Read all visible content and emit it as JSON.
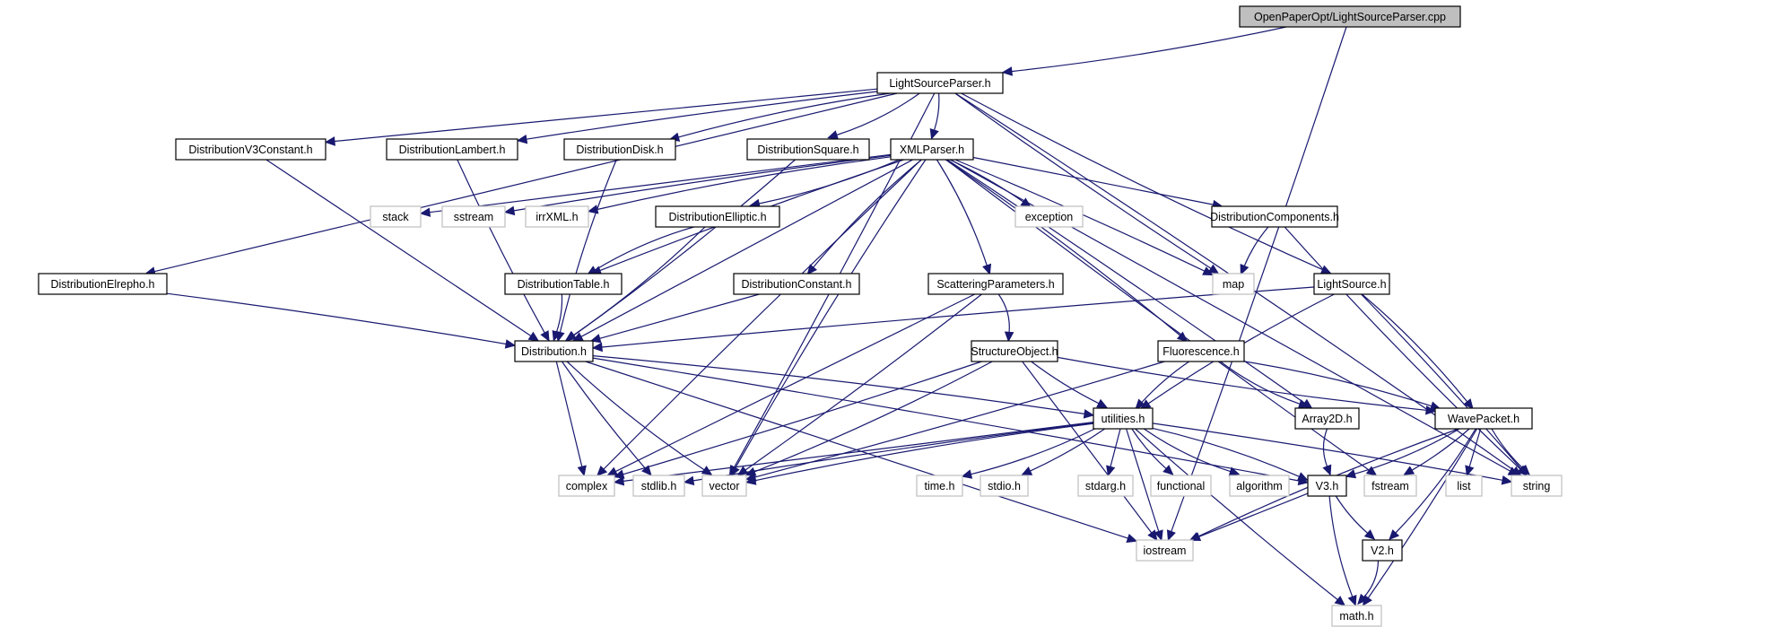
{
  "title": "OpenPaperOpt/LightSourceParser.cpp",
  "colors": {
    "edge": "#191970",
    "root_fill": "#bfbfbf",
    "root_stroke": "#000000",
    "doc_fill": "#ffffff",
    "doc_stroke": "#000000",
    "sys_fill": "#ffffff",
    "sys_stroke": "#bfbfbf"
  },
  "nodes": [
    {
      "id": "root",
      "label": "OpenPaperOpt/LightSourceParser.cpp",
      "kind": "root"
    },
    {
      "id": "lsp",
      "label": "LightSourceParser.h",
      "kind": "doc"
    },
    {
      "id": "dv3",
      "label": "DistributionV3Constant.h",
      "kind": "doc"
    },
    {
      "id": "dlam",
      "label": "DistributionLambert.h",
      "kind": "doc"
    },
    {
      "id": "ddisk",
      "label": "DistributionDisk.h",
      "kind": "doc"
    },
    {
      "id": "dsq",
      "label": "DistributionSquare.h",
      "kind": "doc"
    },
    {
      "id": "xml",
      "label": "XMLParser.h",
      "kind": "doc"
    },
    {
      "id": "stack",
      "label": "stack",
      "kind": "sys"
    },
    {
      "id": "sstream",
      "label": "sstream",
      "kind": "sys"
    },
    {
      "id": "irr",
      "label": "irrXML.h",
      "kind": "sys"
    },
    {
      "id": "dell",
      "label": "DistributionElliptic.h",
      "kind": "doc"
    },
    {
      "id": "exc",
      "label": "exception",
      "kind": "sys"
    },
    {
      "id": "dcomp",
      "label": "DistributionComponents.h",
      "kind": "doc"
    },
    {
      "id": "delr",
      "label": "DistributionElrepho.h",
      "kind": "doc"
    },
    {
      "id": "dtab",
      "label": "DistributionTable.h",
      "kind": "doc"
    },
    {
      "id": "dconst",
      "label": "DistributionConstant.h",
      "kind": "doc"
    },
    {
      "id": "scat",
      "label": "ScatteringParameters.h",
      "kind": "doc"
    },
    {
      "id": "map",
      "label": "map",
      "kind": "sys"
    },
    {
      "id": "ls",
      "label": "LightSource.h",
      "kind": "doc"
    },
    {
      "id": "dist",
      "label": "Distribution.h",
      "kind": "doc"
    },
    {
      "id": "sobj",
      "label": "StructureObject.h",
      "kind": "doc"
    },
    {
      "id": "fluo",
      "label": "Fluorescence.h",
      "kind": "doc"
    },
    {
      "id": "util",
      "label": "utilities.h",
      "kind": "doc"
    },
    {
      "id": "arr",
      "label": "Array2D.h",
      "kind": "doc"
    },
    {
      "id": "wp",
      "label": "WavePacket.h",
      "kind": "doc"
    },
    {
      "id": "complex",
      "label": "complex",
      "kind": "sys"
    },
    {
      "id": "stdlib",
      "label": "stdlib.h",
      "kind": "sys"
    },
    {
      "id": "vector",
      "label": "vector",
      "kind": "sys"
    },
    {
      "id": "time",
      "label": "time.h",
      "kind": "sys"
    },
    {
      "id": "stdio",
      "label": "stdio.h",
      "kind": "sys"
    },
    {
      "id": "stdarg",
      "label": "stdarg.h",
      "kind": "sys"
    },
    {
      "id": "func",
      "label": "functional",
      "kind": "sys"
    },
    {
      "id": "algo",
      "label": "algorithm",
      "kind": "sys"
    },
    {
      "id": "v3",
      "label": "V3.h",
      "kind": "doc"
    },
    {
      "id": "fstream",
      "label": "fstream",
      "kind": "sys"
    },
    {
      "id": "list",
      "label": "list",
      "kind": "sys"
    },
    {
      "id": "string",
      "label": "string",
      "kind": "sys"
    },
    {
      "id": "iostream",
      "label": "iostream",
      "kind": "sys"
    },
    {
      "id": "v2",
      "label": "V2.h",
      "kind": "doc"
    },
    {
      "id": "math",
      "label": "math.h",
      "kind": "sys"
    }
  ],
  "edges": [
    [
      "root",
      "lsp"
    ],
    [
      "root",
      "iostream"
    ],
    [
      "lsp",
      "dv3"
    ],
    [
      "lsp",
      "dlam"
    ],
    [
      "lsp",
      "ddisk"
    ],
    [
      "lsp",
      "dsq"
    ],
    [
      "lsp",
      "xml"
    ],
    [
      "lsp",
      "delr"
    ],
    [
      "lsp",
      "map"
    ],
    [
      "lsp",
      "ls"
    ],
    [
      "lsp",
      "string"
    ],
    [
      "lsp",
      "vector"
    ],
    [
      "dv3",
      "dist"
    ],
    [
      "dlam",
      "dist"
    ],
    [
      "ddisk",
      "dist"
    ],
    [
      "dsq",
      "dist"
    ],
    [
      "delr",
      "dist"
    ],
    [
      "xml",
      "stack"
    ],
    [
      "xml",
      "sstream"
    ],
    [
      "xml",
      "irr"
    ],
    [
      "xml",
      "dell"
    ],
    [
      "xml",
      "exc"
    ],
    [
      "xml",
      "dcomp"
    ],
    [
      "xml",
      "dtab"
    ],
    [
      "xml",
      "dconst"
    ],
    [
      "xml",
      "scat"
    ],
    [
      "xml",
      "map"
    ],
    [
      "xml",
      "dist"
    ],
    [
      "xml",
      "complex"
    ],
    [
      "xml",
      "vector"
    ],
    [
      "xml",
      "fluo"
    ],
    [
      "xml",
      "arr"
    ],
    [
      "xml",
      "string"
    ],
    [
      "xml",
      "fstream"
    ],
    [
      "dell",
      "dtab"
    ],
    [
      "dell",
      "dist"
    ],
    [
      "dtab",
      "dist"
    ],
    [
      "dconst",
      "dist"
    ],
    [
      "dcomp",
      "map"
    ],
    [
      "dcomp",
      "string"
    ],
    [
      "scat",
      "sobj"
    ],
    [
      "scat",
      "vector"
    ],
    [
      "scat",
      "complex"
    ],
    [
      "ls",
      "dist"
    ],
    [
      "ls",
      "util"
    ],
    [
      "ls",
      "wp"
    ],
    [
      "ls",
      "string"
    ],
    [
      "dist",
      "complex"
    ],
    [
      "dist",
      "stdlib"
    ],
    [
      "dist",
      "vector"
    ],
    [
      "dist",
      "util"
    ],
    [
      "dist",
      "v3"
    ],
    [
      "dist",
      "iostream"
    ],
    [
      "sobj",
      "util"
    ],
    [
      "sobj",
      "wp"
    ],
    [
      "sobj",
      "vector"
    ],
    [
      "sobj",
      "complex"
    ],
    [
      "sobj",
      "iostream"
    ],
    [
      "fluo",
      "util"
    ],
    [
      "fluo",
      "arr"
    ],
    [
      "fluo",
      "wp"
    ],
    [
      "fluo",
      "vector"
    ],
    [
      "util",
      "complex"
    ],
    [
      "util",
      "stdlib"
    ],
    [
      "util",
      "vector"
    ],
    [
      "util",
      "time"
    ],
    [
      "util",
      "stdio"
    ],
    [
      "util",
      "stdarg"
    ],
    [
      "util",
      "func"
    ],
    [
      "util",
      "algo"
    ],
    [
      "util",
      "v3"
    ],
    [
      "util",
      "string"
    ],
    [
      "util",
      "iostream"
    ],
    [
      "util",
      "math"
    ],
    [
      "arr",
      "v3"
    ],
    [
      "wp",
      "v3"
    ],
    [
      "wp",
      "fstream"
    ],
    [
      "wp",
      "list"
    ],
    [
      "wp",
      "string"
    ],
    [
      "wp",
      "iostream"
    ],
    [
      "wp",
      "v2"
    ],
    [
      "wp",
      "math"
    ],
    [
      "v3",
      "iostream"
    ],
    [
      "v3",
      "v2"
    ],
    [
      "v3",
      "math"
    ],
    [
      "v2",
      "math"
    ]
  ]
}
